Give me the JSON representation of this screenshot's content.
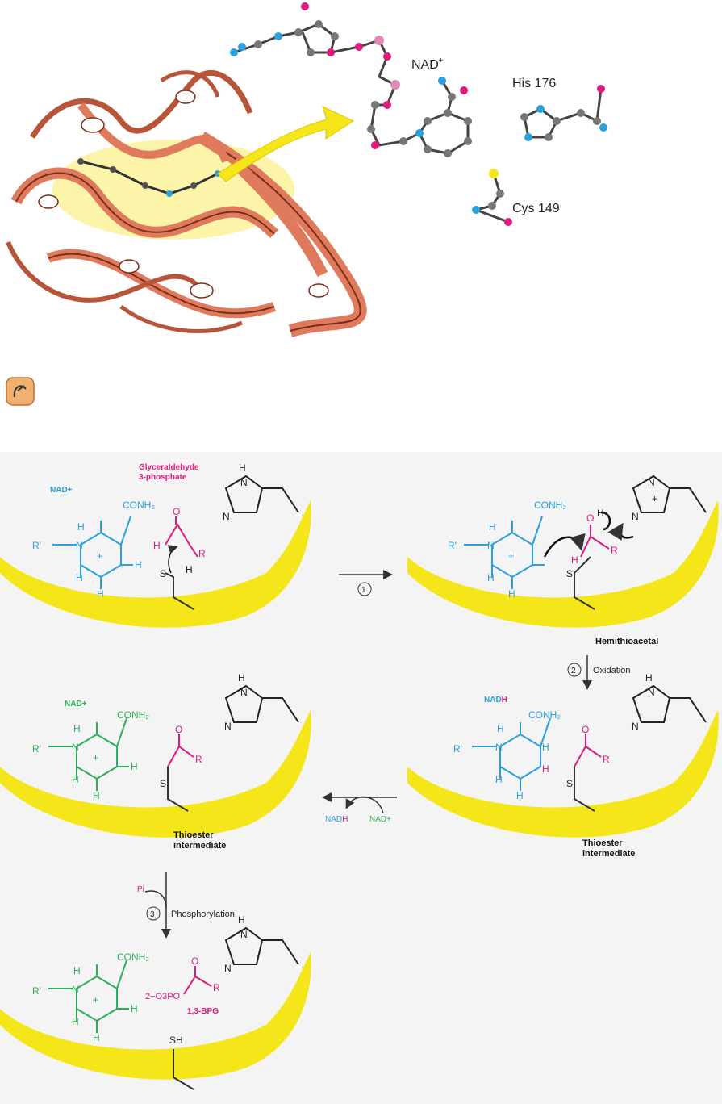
{
  "structure": {
    "label_nad": "NAD",
    "label_nad_sup": "+",
    "label_his": "His 176",
    "label_cys": "Cys 149"
  },
  "mechanism": {
    "glyceraldehyde_line1": "Glyceraldehyde",
    "glyceraldehyde_line2": "3-phosphate",
    "nad_plus": "NAD+",
    "nadh_part1": "NAD",
    "nadh_part2": "H",
    "conh2": "CONH₂",
    "r_prime": "R′",
    "n": "N",
    "h": "H",
    "r": "R",
    "o": "O",
    "s": "S",
    "sh": "SH",
    "plus": "+",
    "step1_num": "1",
    "step2_num": "2",
    "step2_label": "Oxidation",
    "step3_num": "3",
    "step3_label": "Phosphorylation",
    "hemithioacetal": "Hemithioacetal",
    "thioester_line1": "Thioester",
    "thioester_line2": "intermediate",
    "nadh_in_nad": "NAD",
    "nadh_in_h": "H",
    "nad_out": "NAD+",
    "pi": "Pi",
    "phosphate_group": "2−O3PO",
    "bpg": "1,3-BPG"
  },
  "colors": {
    "ribbon": "#e07a5c",
    "ribbon_dark": "#7a2e1a",
    "yellow": "#f5e61a",
    "yellow_glow": "#fbf3a0",
    "nad_blue": "#2aa0dc",
    "nad_green": "#2fae5a",
    "magenta": "#e0197d",
    "black": "#222222",
    "background_panel": "#f4f4f4"
  }
}
